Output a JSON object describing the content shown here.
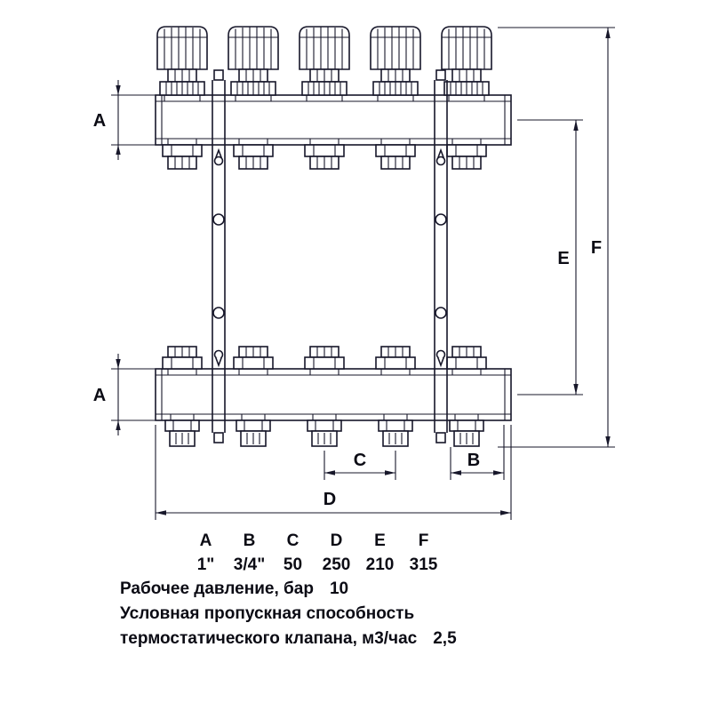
{
  "drawing": {
    "dimension_labels": {
      "a_top": "А",
      "a_bottom": "А",
      "e": "Е",
      "f": "F",
      "c": "С",
      "b": "В",
      "d": "D"
    }
  },
  "table": {
    "headers": [
      "А",
      "В",
      "С",
      "D",
      "Е",
      "F"
    ],
    "values": [
      "1\"",
      "3/4\"",
      "50",
      "250",
      "210",
      "315"
    ]
  },
  "specs": {
    "line1": {
      "label": "Рабочее давление, бар",
      "value": "10"
    },
    "line2": {
      "label": "Условная пропускная способность",
      "value": ""
    },
    "line3": {
      "label": "термостатического клапана, м3/час",
      "value": "2,5"
    }
  },
  "colors": {
    "line": "#17172a",
    "text": "#0b0b14",
    "background": "#ffffff"
  }
}
